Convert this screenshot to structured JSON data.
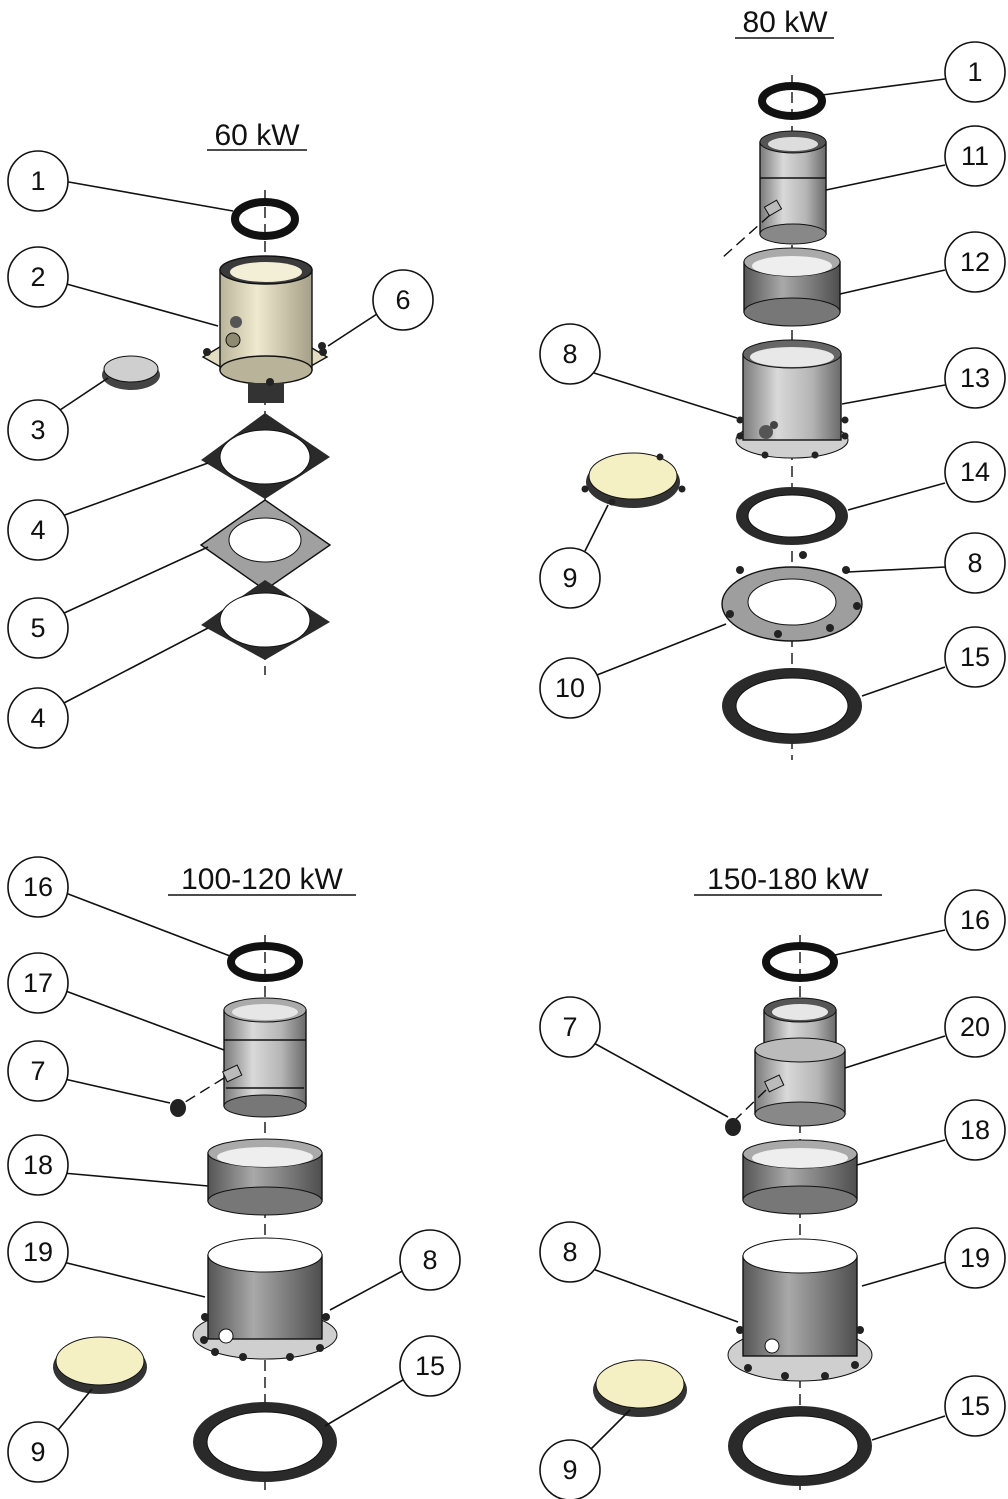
{
  "colors": {
    "ink": "#111111",
    "metal_light": "#d4d4d4",
    "metal_mid": "#a8a8a8",
    "metal_dark": "#6f6f6f",
    "gasket": "#2a2a2a",
    "flange_gray": "#9e9e9e",
    "glass_yellow": "#f4f0c4",
    "cream": "#e9e4c8"
  },
  "assemblies": [
    {
      "id": "60kw",
      "title": "60 kW",
      "callouts": [
        "1",
        "2",
        "3",
        "4",
        "5",
        "4",
        "6"
      ]
    },
    {
      "id": "80kw",
      "title": "80 kW",
      "callouts": [
        "1",
        "11",
        "12",
        "13",
        "14",
        "8",
        "15",
        "8",
        "9",
        "10"
      ]
    },
    {
      "id": "100-120kw",
      "title": "100-120 kW",
      "callouts": [
        "16",
        "17",
        "7",
        "18",
        "19",
        "9",
        "8",
        "15"
      ]
    },
    {
      "id": "150-180kw",
      "title": "150-180 kW",
      "callouts": [
        "16",
        "20",
        "18",
        "19",
        "15",
        "7",
        "8",
        "9"
      ]
    }
  ]
}
